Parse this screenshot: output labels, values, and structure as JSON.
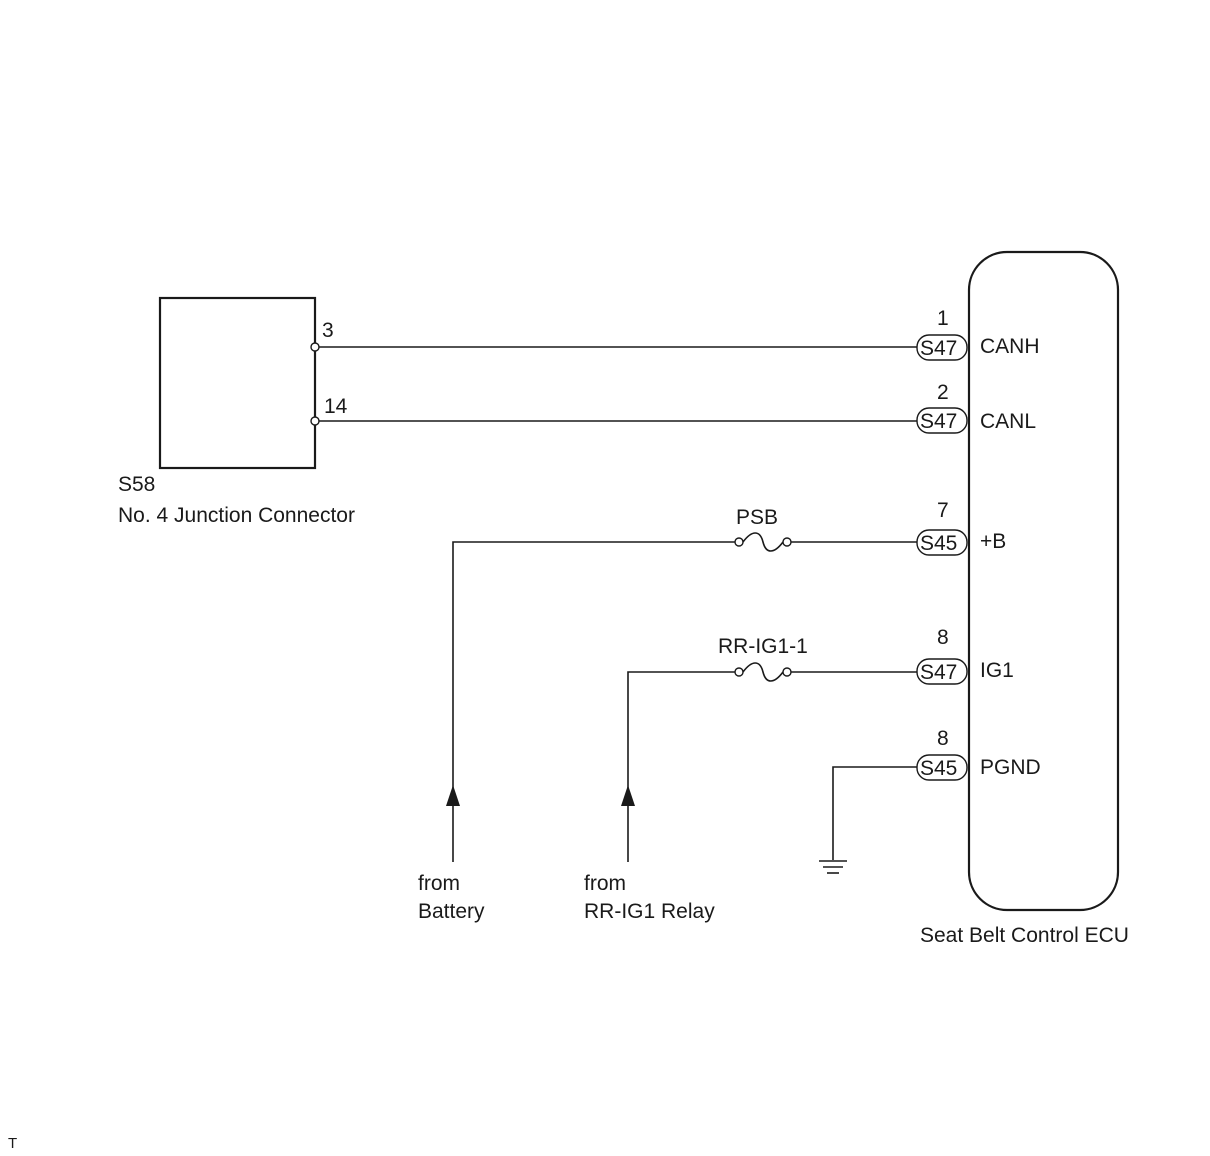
{
  "junction_connector": {
    "code": "S58",
    "name": "No. 4 Junction Connector",
    "pins": [
      "3",
      "14"
    ]
  },
  "ecu": {
    "name": "Seat Belt Control ECU",
    "terminals": [
      {
        "pin": "1",
        "connector": "S47",
        "signal": "CANH"
      },
      {
        "pin": "2",
        "connector": "S47",
        "signal": "CANL"
      },
      {
        "pin": "7",
        "connector": "S45",
        "signal": "+B"
      },
      {
        "pin": "8",
        "connector": "S47",
        "signal": "IG1"
      },
      {
        "pin": "8",
        "connector": "S45",
        "signal": "PGND"
      }
    ]
  },
  "fuses": {
    "psb": "PSB",
    "rr_ig1": "RR-IG1-1"
  },
  "sources": {
    "battery": {
      "line1": "from",
      "line2": "Battery"
    },
    "relay": {
      "line1": "from",
      "line2": "RR-IG1 Relay"
    }
  },
  "corner_mark": "T"
}
